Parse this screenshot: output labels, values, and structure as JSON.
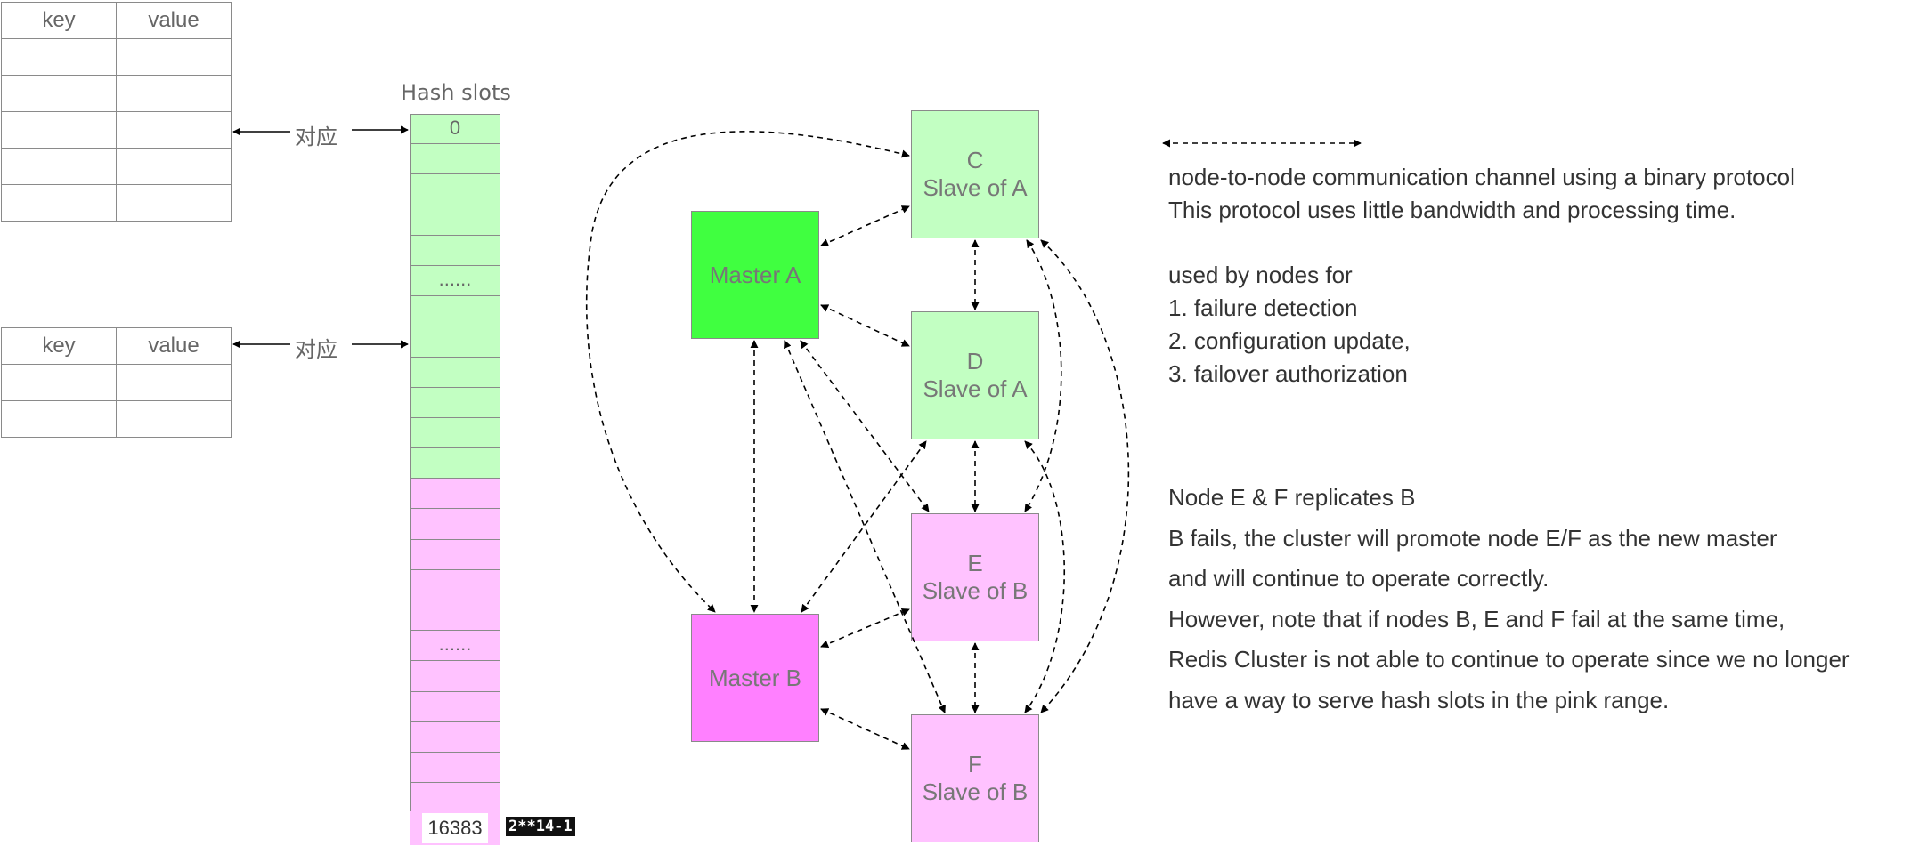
{
  "kv_table_top": {
    "header": [
      "key",
      "value"
    ],
    "empty_rows": 5
  },
  "kv_table_bottom": {
    "header": [
      "key",
      "value"
    ],
    "empty_rows": 2
  },
  "mapping_label_1": "对应",
  "mapping_label_2": "对应",
  "hash_slots": {
    "title": "Hash slots",
    "first_label": "0",
    "green_ellipsis": "......",
    "pink_ellipsis": "......",
    "last_label": "16383",
    "last_note": "2**14-1",
    "colors": {
      "green": "#c2ffc2",
      "pink": "#ffc2ff"
    }
  },
  "nodes": [
    {
      "id": "C",
      "line1": "C",
      "line2": "Slave of A",
      "color": "#c2ffc2"
    },
    {
      "id": "D",
      "line1": "D",
      "line2": "Slave of A",
      "color": "#c2ffc2"
    },
    {
      "id": "E",
      "line1": "E",
      "line2": "Slave of B",
      "color": "#ffc2ff"
    },
    {
      "id": "F",
      "line1": "F",
      "line2": "Slave of B",
      "color": "#ffc2ff"
    },
    {
      "id": "MA",
      "line1": "Master A",
      "line2": "",
      "color": "#40ff40"
    },
    {
      "id": "MB",
      "line1": "Master B",
      "line2": "",
      "color": "#ff80ff"
    }
  ],
  "legend": {
    "channel_desc": [
      "node-to-node communication channel using a binary protocol",
      "This protocol uses little bandwidth and processing time."
    ],
    "uses_title": "used by nodes for",
    "uses": [
      "1. failure detection",
      "2. configuration update,",
      "3. failover authorization"
    ]
  },
  "notes": [
    "Node E & F replicates B",
    "B fails, the cluster will promote node E/F as the new master",
    "and will continue to operate correctly.",
    "However, note that if nodes B, E and F fail at the same time,",
    "Redis Cluster is not able to continue to operate since we no longer",
    "have a way to serve hash slots in the pink range."
  ]
}
